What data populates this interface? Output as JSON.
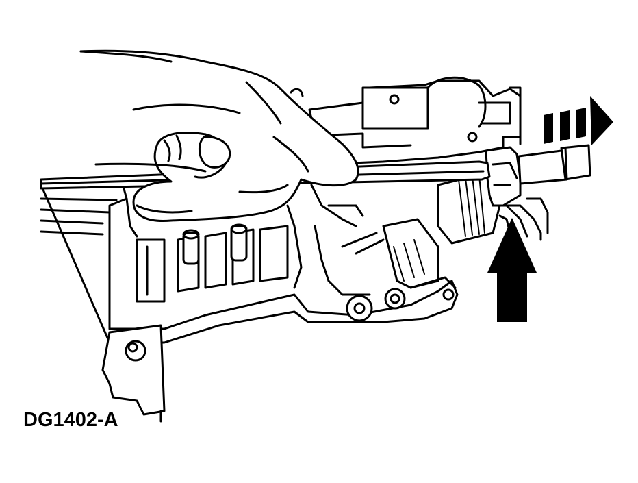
{
  "figure": {
    "label": "DG1402-A"
  },
  "colors": {
    "line": "#000000",
    "background": "#ffffff"
  },
  "callouts": [
    {
      "name": "pull-direction-arrow",
      "style": "dashed-arrow",
      "direction": "right"
    },
    {
      "name": "push-direction-arrow",
      "style": "solid-arrow",
      "direction": "up"
    }
  ]
}
